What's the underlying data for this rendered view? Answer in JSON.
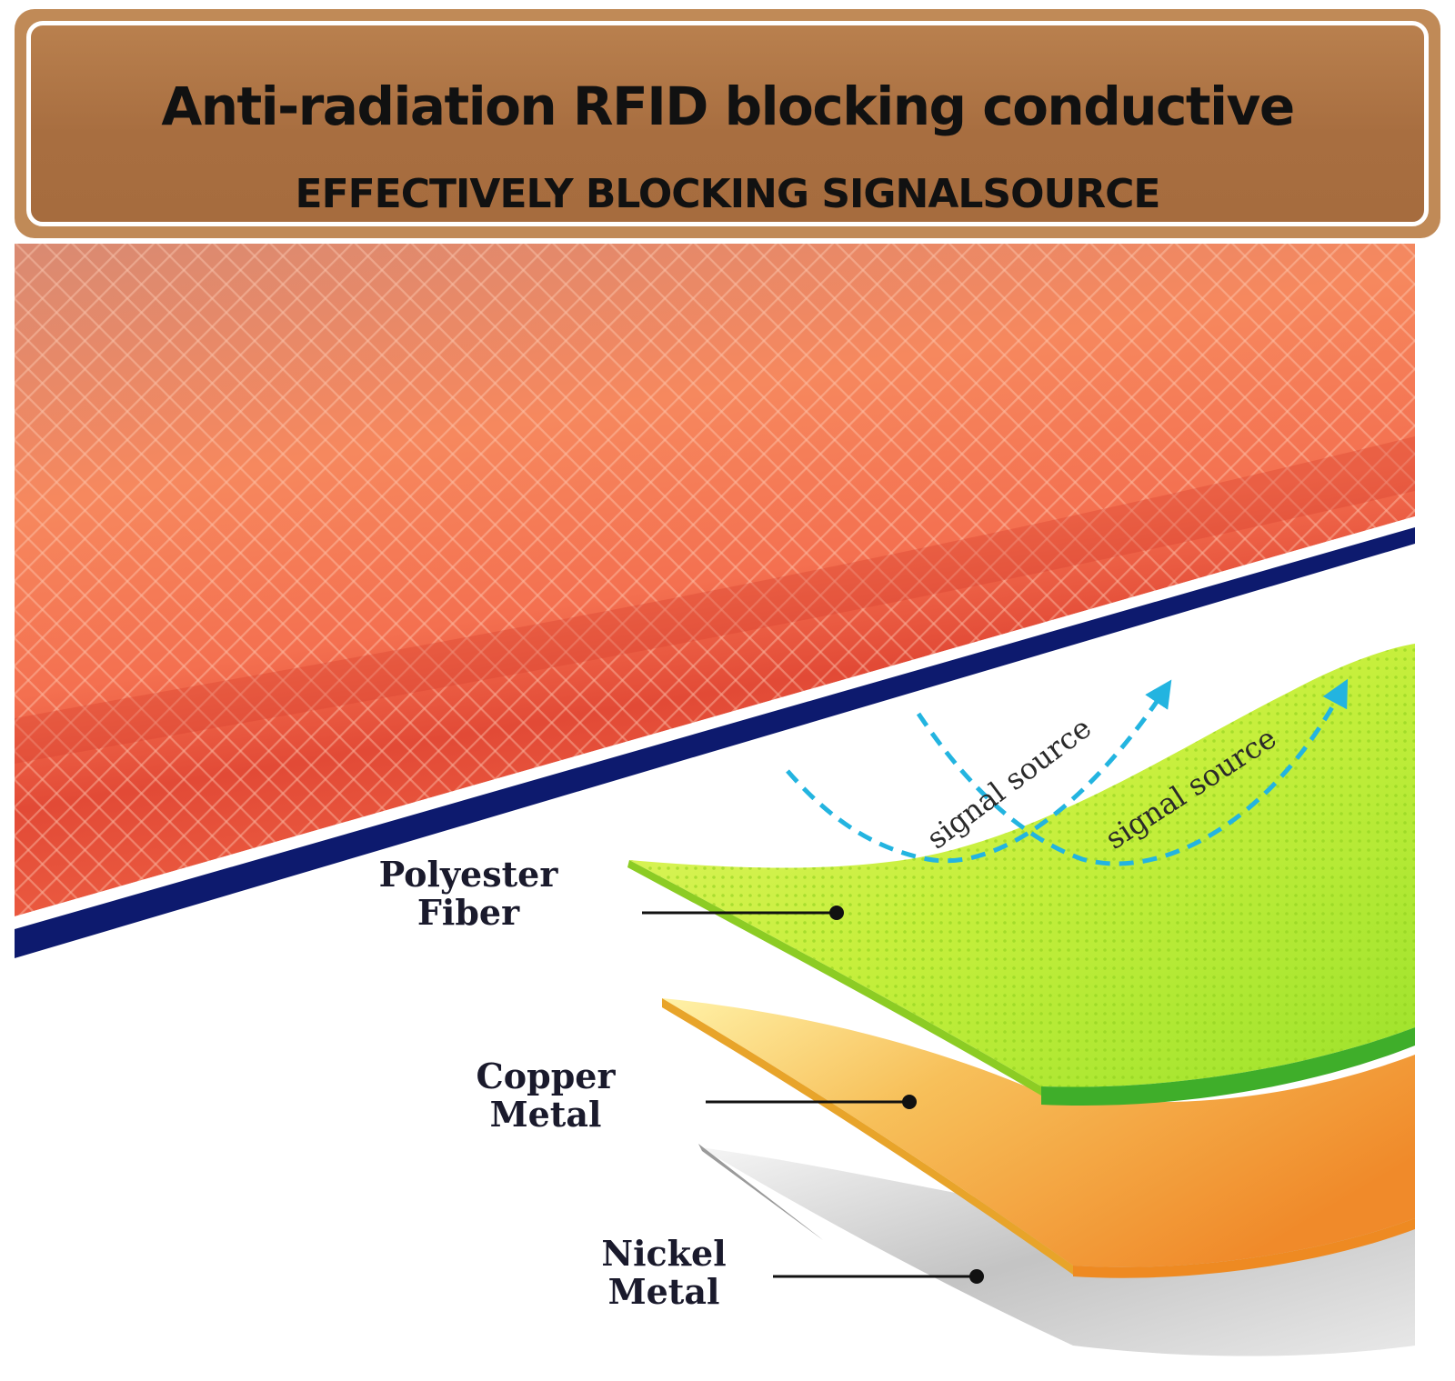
{
  "banner": {
    "title": "Anti-radiation RFID blocking conductive",
    "subtitle": "EFFECTIVELY BLOCKING SIGNALSOURCE",
    "color": "#a86e40"
  },
  "signals": [
    {
      "label": "signal source"
    },
    {
      "label": "signal source"
    }
  ],
  "layers": [
    {
      "line1": "Polyester",
      "line2": "Fiber",
      "color": "#b8f03a"
    },
    {
      "line1": "Copper",
      "line2": "Metal",
      "color": "#f5a53a"
    },
    {
      "line1": "Nickel",
      "line2": "Metal",
      "color": "#c8c8c8"
    }
  ],
  "colors": {
    "fabric": "#f26a40",
    "stripe": "#0d1a6e",
    "arrow": "#23b4e0"
  }
}
